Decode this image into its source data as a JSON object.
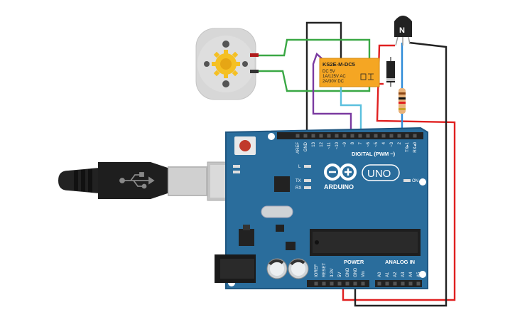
{
  "relay": {
    "model": "KS2E-M-DC5",
    "line1": "DC 5V",
    "line2": "1A/125V AC",
    "line3": "2A/30V DC"
  },
  "transistor": {
    "label": "N"
  },
  "arduino": {
    "brand": "ARDUINO",
    "model": "UNO",
    "digital_label": "DIGITAL (PWM ~)",
    "power_label": "POWER",
    "analog_label": "ANALOG IN",
    "digital_pins": [
      "AREF",
      "GND",
      "13",
      "12",
      "~11",
      "~10",
      "~9",
      "8",
      "7",
      "~6",
      "~5",
      "4",
      "~3",
      "2",
      "TX▸1",
      "RX◂0"
    ],
    "power_pins": [
      "IOREF",
      "RESET",
      "3.3V",
      "5V",
      "GND",
      "GND",
      "Vin"
    ],
    "analog_pins": [
      "A0",
      "A1",
      "A2",
      "A3",
      "A4",
      "A5"
    ],
    "led_l": "L",
    "led_tx": "TX",
    "led_rx": "RX",
    "led_on": "ON"
  },
  "colors": {
    "board": "#2a6d9c",
    "board_edge": "#1f5680",
    "relay": "#f5a623",
    "wire_black": "#222222",
    "wire_red": "#e02020",
    "wire_green": "#3aa845",
    "wire_purple": "#7a3aa0",
    "wire_cyan": "#5bc0de",
    "wire_blue": "#2e8bd8"
  }
}
